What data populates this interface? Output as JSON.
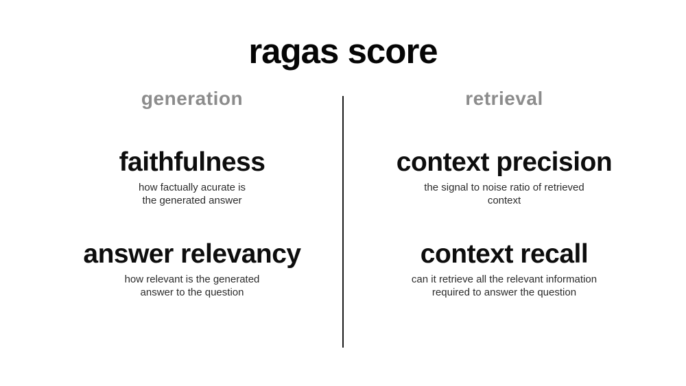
{
  "title": "ragas score",
  "columns": [
    {
      "header": "generation",
      "metrics": [
        {
          "name": "faithfulness",
          "description_line1": "how factually acurate is",
          "description_line2": "the generated answer"
        },
        {
          "name": "answer relevancy",
          "description_line1": "how relevant is the generated",
          "description_line2": "answer to the question"
        }
      ]
    },
    {
      "header": "retrieval",
      "metrics": [
        {
          "name": "context precision",
          "description_line1": "the signal to noise ratio of retrieved",
          "description_line2": "context"
        },
        {
          "name": "context recall",
          "description_line1": "can it retrieve all the relevant information",
          "description_line2": "required to answer the question"
        }
      ]
    }
  ],
  "colors": {
    "background": "#ffffff",
    "title_black": "#050505",
    "metric_black": "#0d0d0d",
    "header_gray": "#8c8c8c",
    "description_gray": "#2b2b2b",
    "divider_black": "#1a1a1a"
  }
}
